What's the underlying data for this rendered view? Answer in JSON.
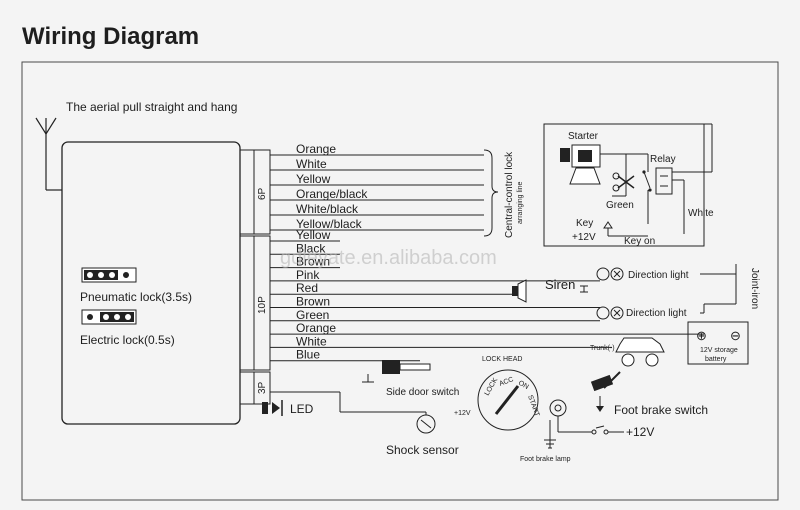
{
  "title": "Wiring Diagram",
  "aerial_note": "The aerial pull straight and hang",
  "watermark": "gdleyate.en.alibaba.com",
  "connectors": {
    "six_pin": "6P",
    "ten_pin": "10P",
    "three_pin": "3P"
  },
  "wires_6p": [
    "Orange",
    "White",
    "Yellow",
    "Orange/black",
    "White/black",
    "Yellow/black"
  ],
  "wires_10p": [
    "Yellow",
    "Black",
    "Brown",
    "Pink",
    "Red",
    "Brown",
    "Green",
    "Orange",
    "White",
    "Blue"
  ],
  "central_lock_note": "Central-control lock",
  "arranging_line_note": "arranging line",
  "lock_modes": {
    "pneumatic": "Pneumatic lock(3.5s)",
    "electric": "Electric lock(0.5s)"
  },
  "relay_box": {
    "starter": "Starter",
    "relay": "Relay",
    "green": "Green",
    "white": "White",
    "key": "Key",
    "key_voltage": "+12V",
    "key_on": "Key on"
  },
  "components": {
    "siren": "Siren",
    "direction_light_1": "Direction light",
    "direction_light_2": "Direction light",
    "joint_iron": "Joint-iron",
    "trunk": "Trunk(-)",
    "battery_line1": "12V storage",
    "battery_line2": "battery",
    "side_door_switch": "Side door switch",
    "lock_head": "LOCK HEAD",
    "lock_voltage": "+12V",
    "shock_sensor": "Shock sensor",
    "foot_brake_lamp": "Foot brake lamp",
    "foot_brake_switch": "Foot brake switch",
    "switch_voltage": "+12V",
    "led": "LED"
  },
  "ignition_positions": [
    "LOCK",
    "ACC",
    "ON",
    "START"
  ]
}
